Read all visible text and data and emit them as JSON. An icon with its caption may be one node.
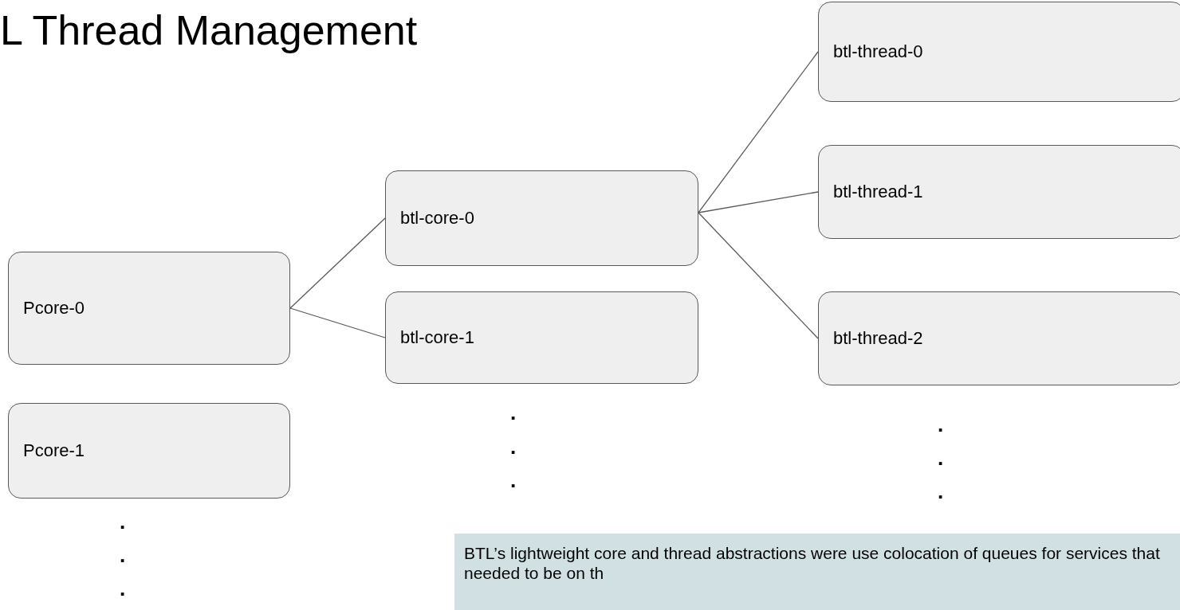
{
  "diagram": {
    "title": "L Thread Management",
    "nodes": [
      {
        "text": [
          "Pcore-0"
        ]
      },
      {
        "text": [
          "Pcore-1"
        ]
      },
      {
        "text": [
          "btl-core-0"
        ]
      },
      {
        "text": [
          "btl-core-1"
        ]
      },
      {
        "text": [
          "btl-thread-0"
        ]
      },
      {
        "text": [
          "btl-thread-1"
        ]
      },
      {
        "text": [
          "btl-thread-2"
        ]
      },
      {
        "text": [
          "BTL’s lightweight core and thread abstractions were use colocation of queues for services that needed to be on th"
        ]
      }
    ],
    "edges": [
      {
        "from": 0,
        "to": 2,
        "arrow": "none"
      },
      {
        "from": 0,
        "to": 3,
        "arrow": "none"
      },
      {
        "from": 2,
        "to": 4,
        "arrow": "none"
      },
      {
        "from": 2,
        "to": 5,
        "arrow": "none"
      },
      {
        "from": 2,
        "to": 6,
        "arrow": "none"
      }
    ],
    "labels": [
      ".",
      ".",
      ".",
      ".",
      ".",
      ".",
      ".",
      ".",
      "."
    ]
  }
}
